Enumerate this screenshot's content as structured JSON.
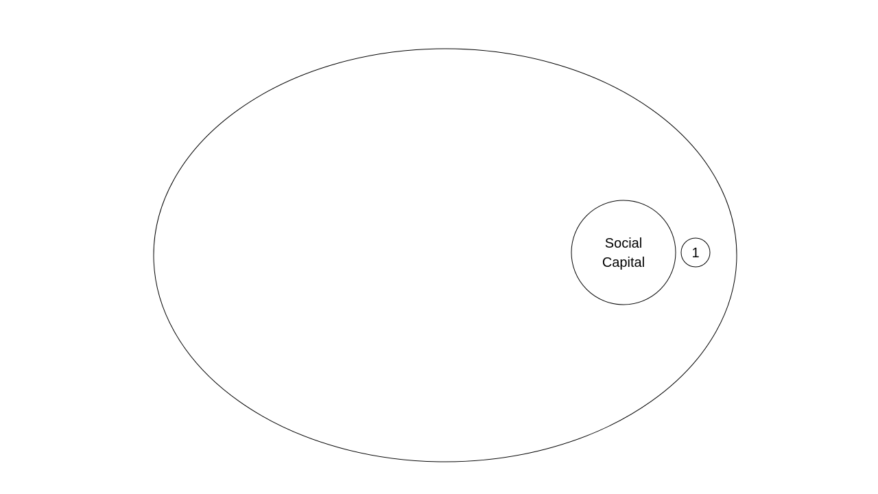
{
  "diagram": {
    "outer_ellipse": {
      "label": ""
    },
    "social_capital_node": {
      "label_line1": "Social",
      "label_line2": "Capital"
    },
    "badge_node": {
      "label": "1"
    },
    "colors": {
      "stroke": "#000000",
      "fill": "#ffffff",
      "background": "#ffffff"
    }
  }
}
